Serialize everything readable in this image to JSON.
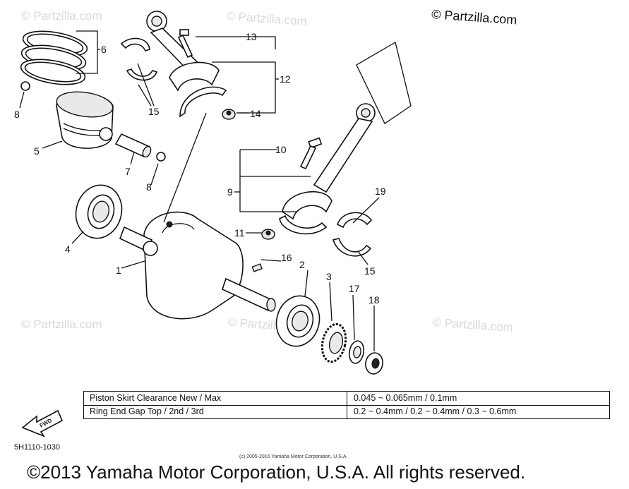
{
  "header": {
    "copyright": "© Partzilla.com"
  },
  "watermark": {
    "text": "© Partzilla.com"
  },
  "callouts": {
    "c1": "1",
    "c2": "2",
    "c3": "3",
    "c4": "4",
    "c5": "5",
    "c6": "6",
    "c7": "7",
    "c8a": "8",
    "c8b": "8",
    "c9": "9",
    "c10": "10",
    "c11": "11",
    "c12": "12",
    "c13": "13",
    "c14": "14",
    "c15a": "15",
    "c15b": "15",
    "c16": "16",
    "c17": "17",
    "c18": "18",
    "c19": "19"
  },
  "fwd_label": "FWD",
  "spec_table": {
    "rows": [
      {
        "label": "Piston Skirt Clearance New / Max",
        "value": "0.045 ~ 0.065mm / 0.1mm"
      },
      {
        "label": "Ring End Gap Top / 2nd / 3rd",
        "value": "0.2 ~ 0.4mm / 0.2 ~ 0.4mm / 0.3 ~ 0.6mm"
      }
    ]
  },
  "diagram_code": "5H1110-1030",
  "small_copyright": "(c) 2005-2016 Yamaha Motor Corporation, U.S.A.",
  "footer_copyright": "©2013 Yamaha Motor Corporation, U.S.A. All rights reserved."
}
